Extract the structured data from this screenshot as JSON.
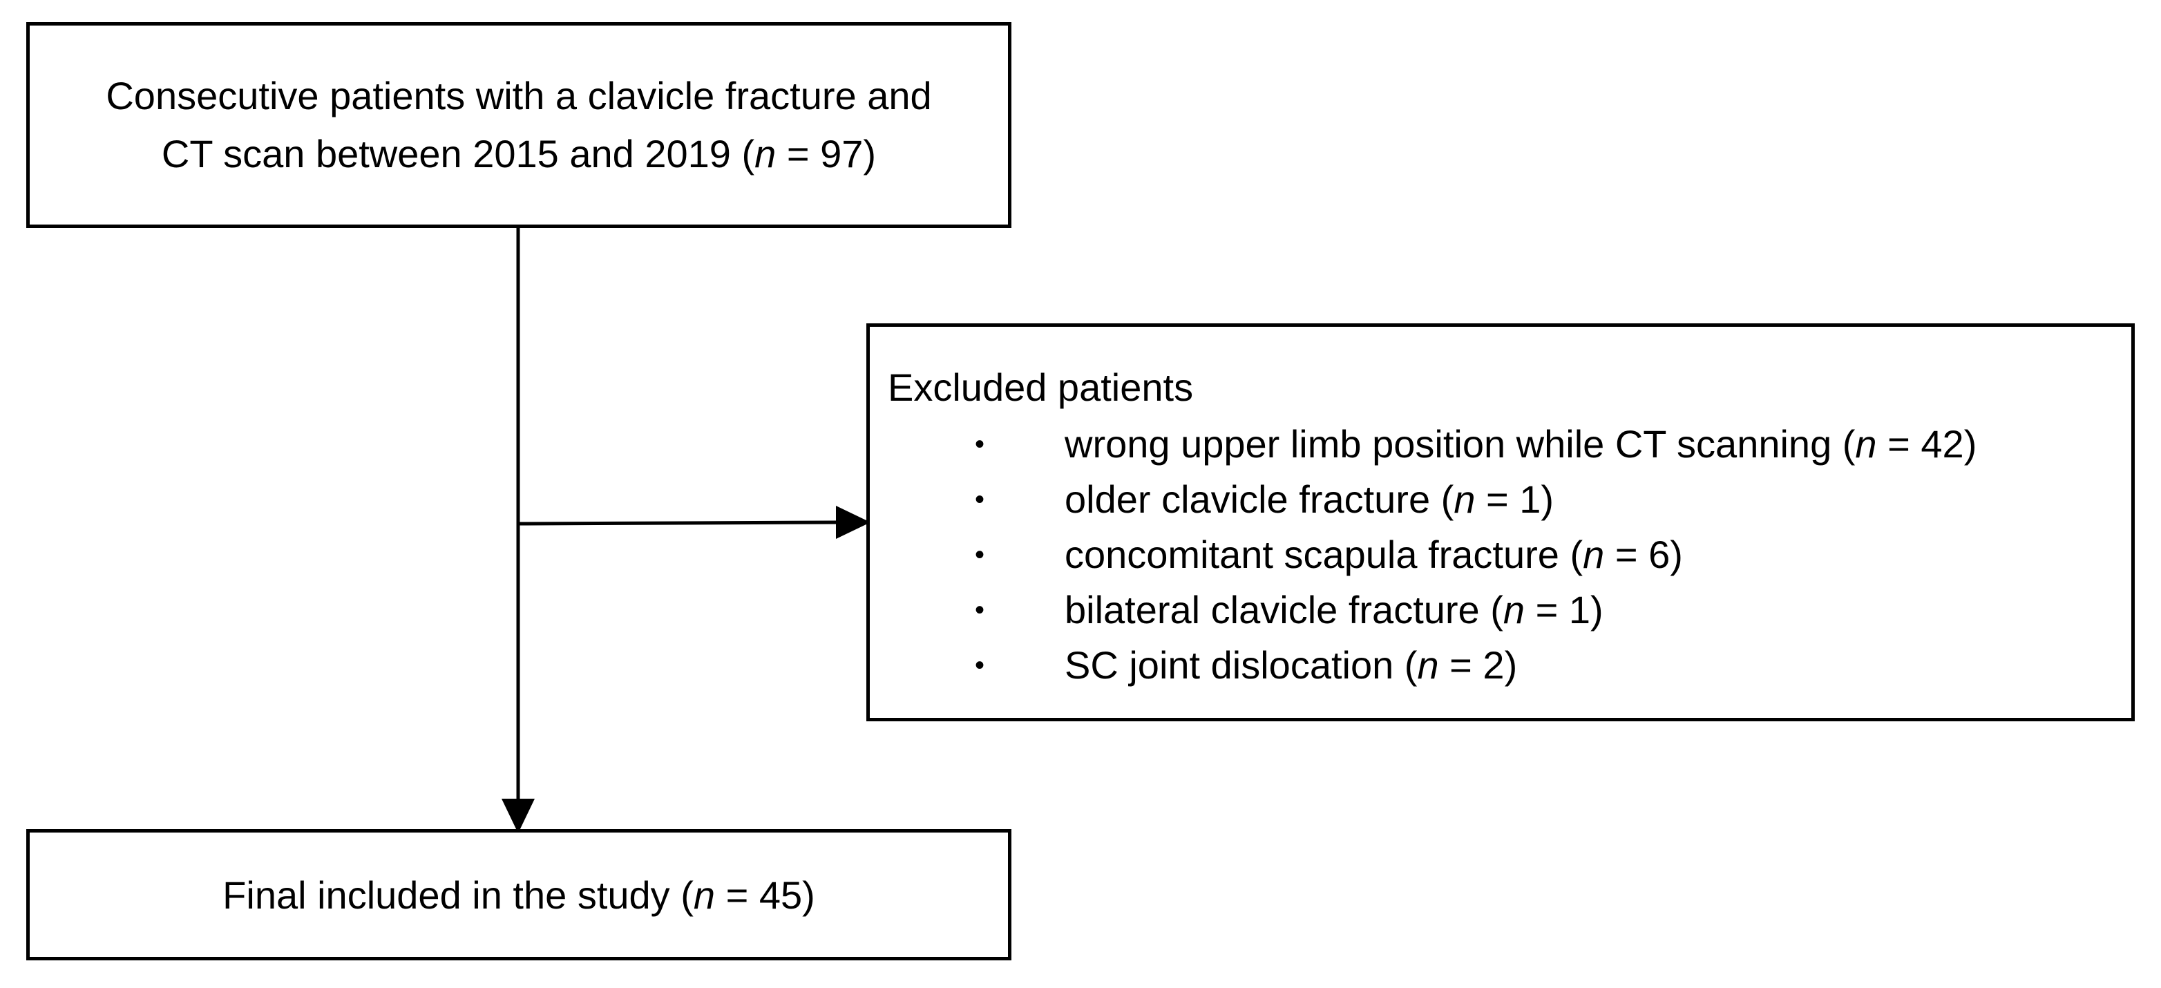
{
  "boxes": {
    "top": {
      "line1": "Consecutive patients with a clavicle fracture and",
      "line2_prefix": "CT scan between 2015 and 2019 (",
      "n_symbol": "n",
      "line2_suffix": " = 97)"
    },
    "excluded": {
      "title": "Excluded patients",
      "bullet_symbol": "•",
      "items": [
        {
          "prefix": "wrong upper limb position while CT scanning (",
          "n_symbol": "n",
          "suffix": " = 42)"
        },
        {
          "prefix": "older clavicle fracture (",
          "n_symbol": "n",
          "suffix": " = 1)"
        },
        {
          "prefix": "concomitant scapula fracture (",
          "n_symbol": "n",
          "suffix": " = 6)"
        },
        {
          "prefix": "bilateral clavicle fracture (",
          "n_symbol": "n",
          "suffix": " = 1)"
        },
        {
          "prefix": "SC joint dislocation (",
          "n_symbol": "n",
          "suffix": " = 2)"
        }
      ]
    },
    "final": {
      "prefix": "Final included in the study (",
      "n_symbol": "n",
      "suffix": " = 45)"
    }
  }
}
